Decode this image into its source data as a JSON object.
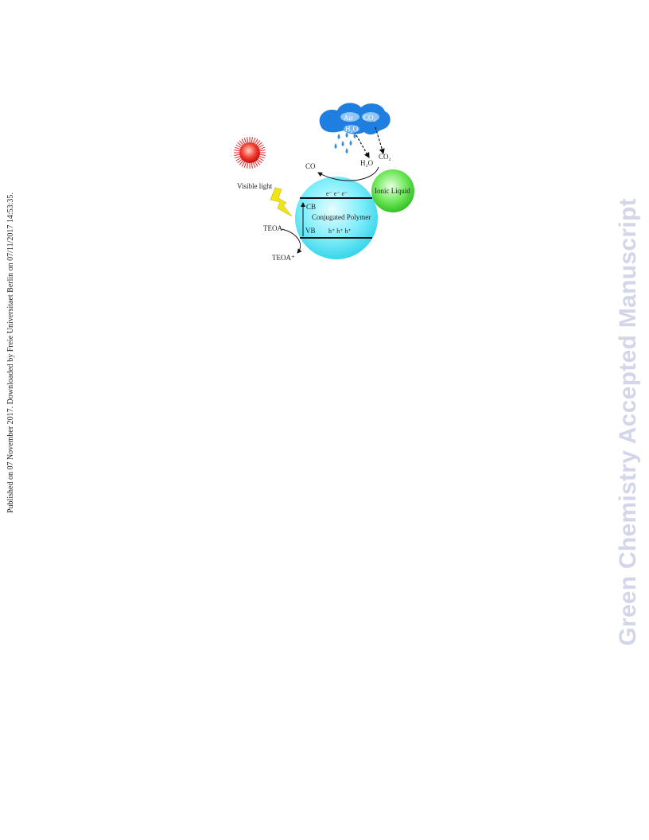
{
  "side_note": "Published on 07 November 2017. Downloaded by Freie Universitaet Berlin on 07/11/2017 14:53:35.",
  "watermark": "Green Chemistry Accepted Manuscript",
  "figure": {
    "cloud_labels": {
      "air": "Air",
      "co2_top": "CO₂",
      "h2o_top": "H₂O"
    },
    "labels": {
      "co": "CO",
      "h2o": "H₂O",
      "co2": "CO₂",
      "visible_light": "Visible light",
      "ionic_liquid": "Ionic Liquid",
      "cb": "CB",
      "polymer": "Conjugated Polymer",
      "vb": "VB",
      "electrons": "e⁻  e⁻  e⁻",
      "holes": "h⁺  h⁺  h⁺",
      "teoa": "TEOA",
      "teoa_oxidized": "TEOA⁺"
    },
    "colors": {
      "sun": "#e8201e",
      "cloud": "#1e7fe0",
      "polymer": "#5fe6f5",
      "ionic_liquid": "#3fdc2c",
      "bolt": "#f2e41a"
    }
  }
}
